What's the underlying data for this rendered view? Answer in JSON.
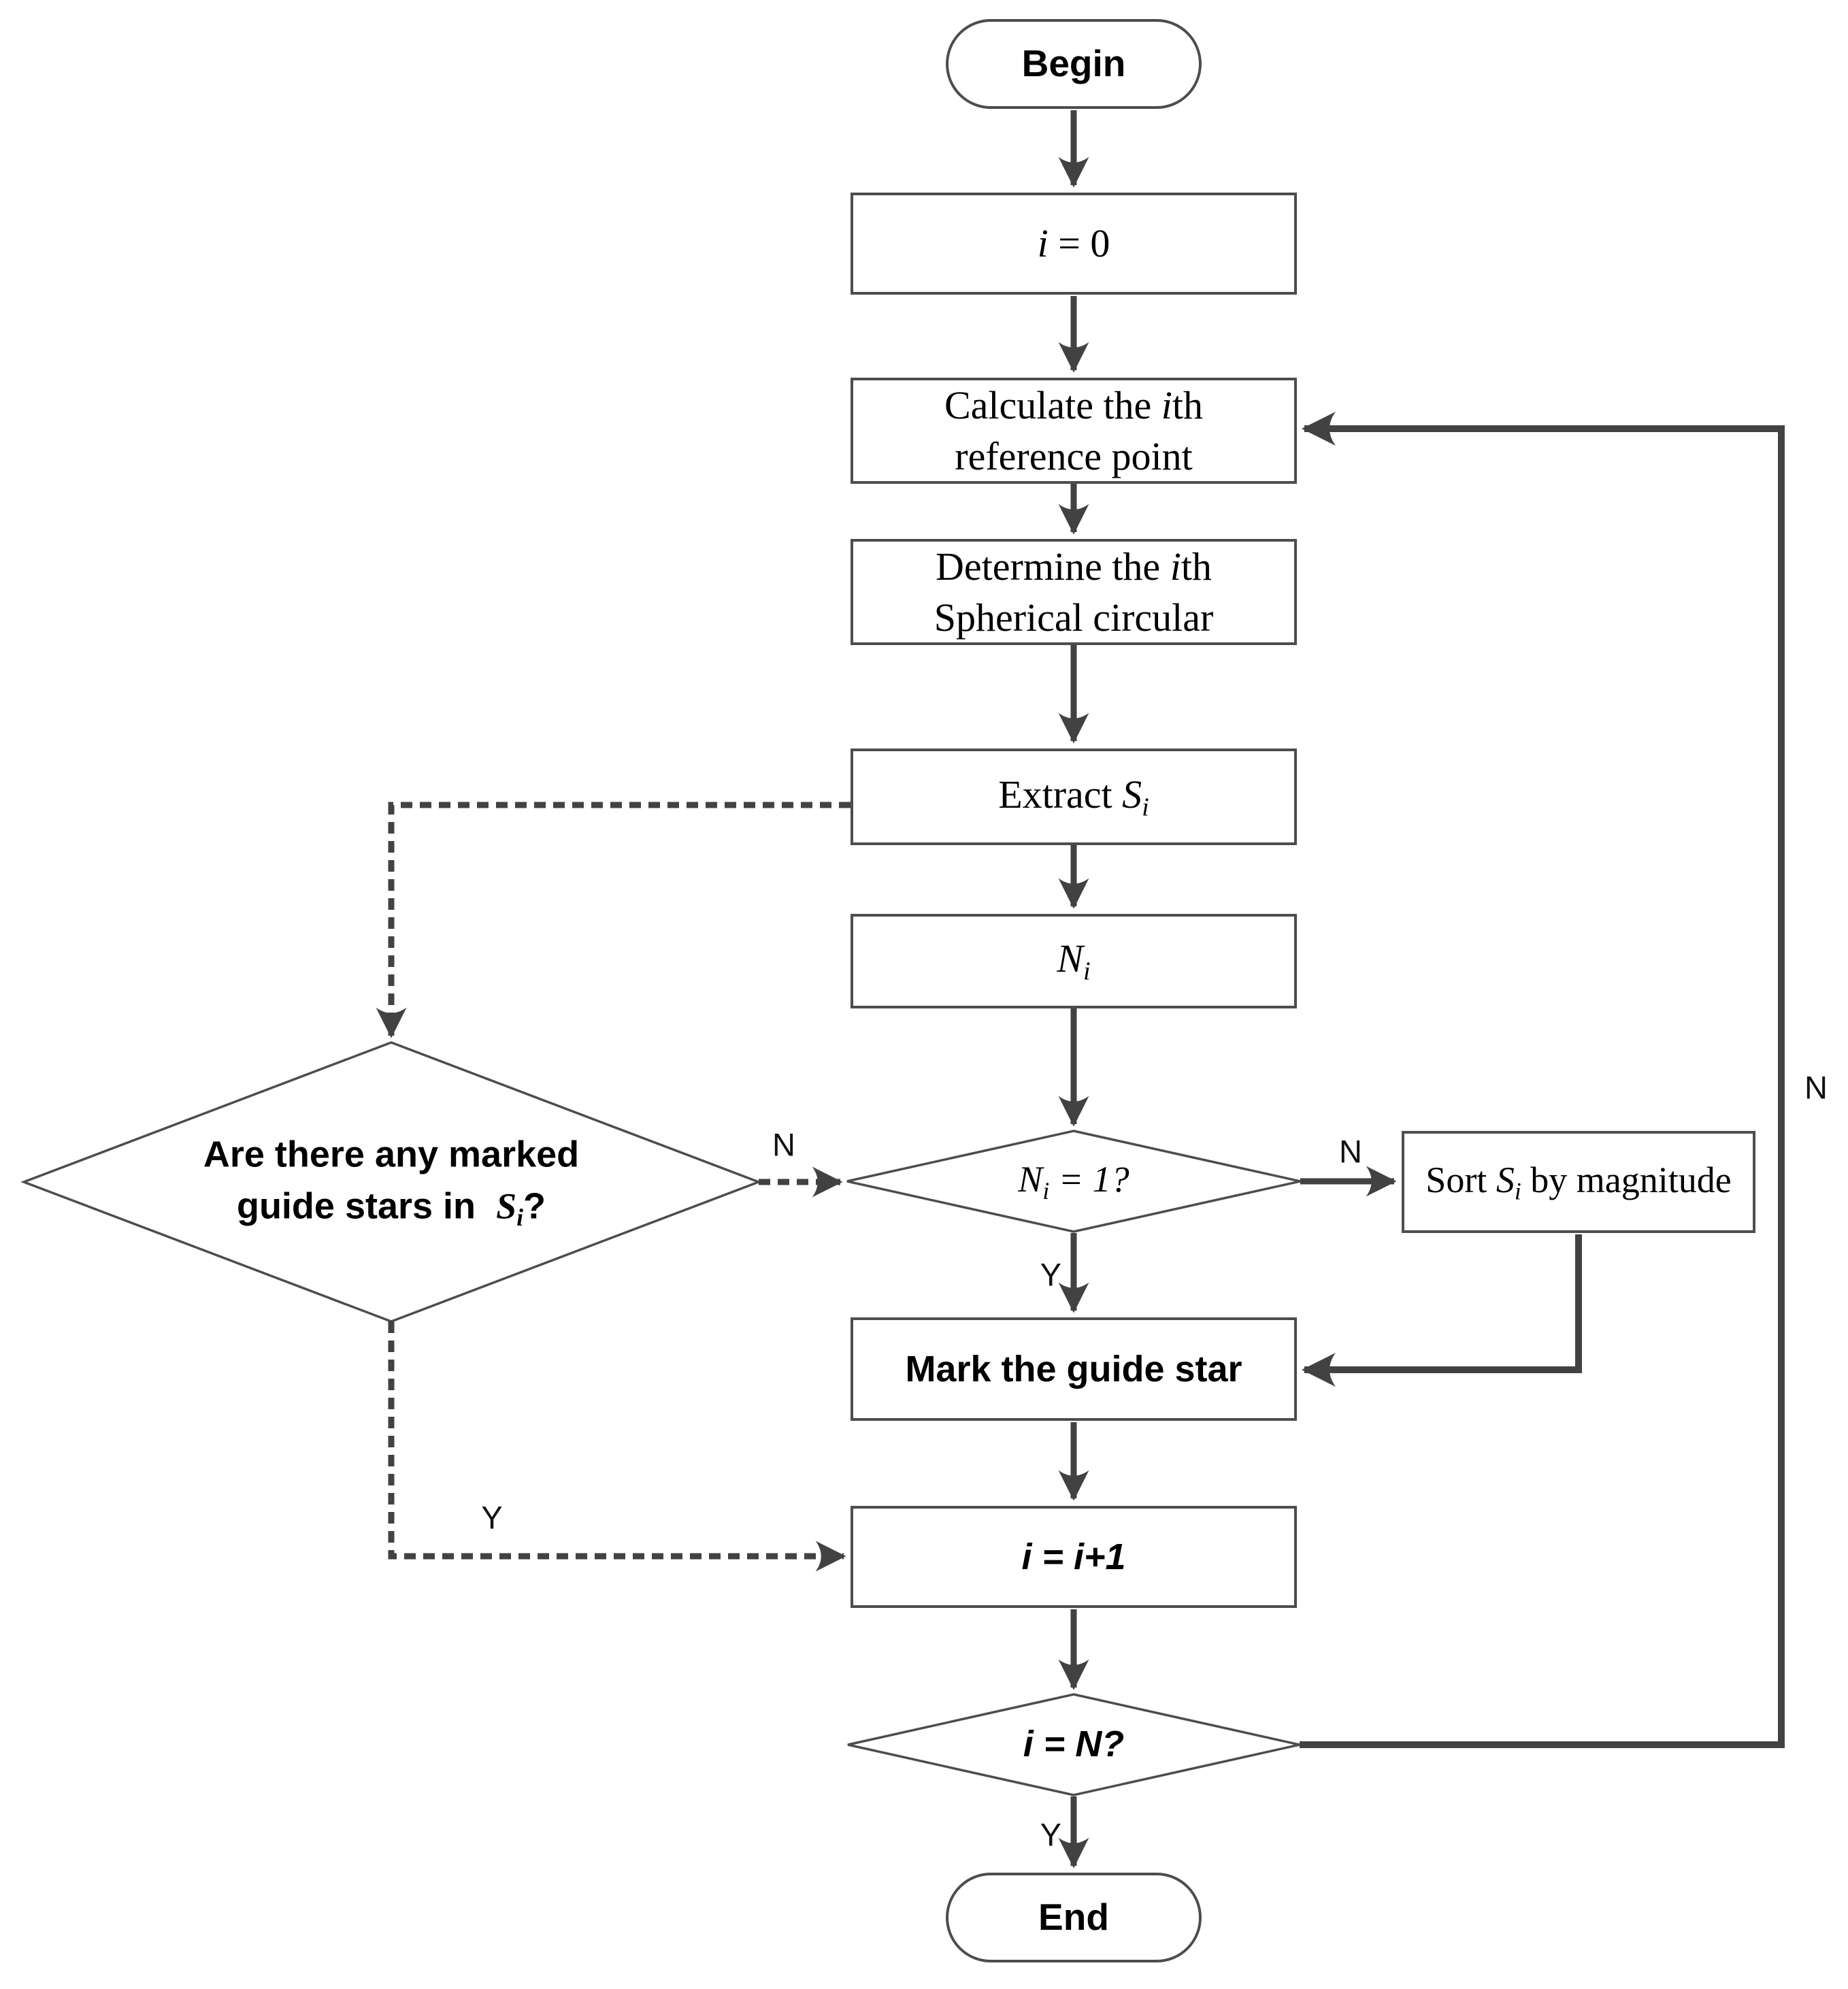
{
  "flowchart": {
    "background": "#ffffff",
    "box_border_color": "#4d4d4d",
    "arrow_color": "#424242",
    "text_color": "#000000",
    "nodes": {
      "begin": {
        "label": "Begin"
      },
      "init": {
        "var": "i",
        "rest": " = 0"
      },
      "calculate": {
        "l1_pre": "Calculate the ",
        "l1_var": "i",
        "l1_post": "th",
        "l2": "reference point"
      },
      "determine": {
        "l1_pre": "Determine the ",
        "l1_var": "i",
        "l1_post": "th",
        "l2": "Spherical circular"
      },
      "extract": {
        "pre": "Extract ",
        "var": "S",
        "sub": "i"
      },
      "count": {
        "var": "N",
        "sub": "i"
      },
      "decision_count": {
        "var": "N",
        "sub": "i",
        "rest": " = 1?"
      },
      "decision_marked": {
        "line1": "Are there any marked",
        "line2_pre": "guide stars in ",
        "var": "S",
        "sub": "i",
        "line2_post": "?"
      },
      "sort": {
        "pre": "Sort ",
        "var": "S",
        "sub": "i",
        "post": " by magnitude"
      },
      "mark": {
        "label": "Mark the guide star"
      },
      "increment": {
        "label": "i = i+1"
      },
      "decision_loop": {
        "label": "i = N?"
      },
      "end": {
        "label": "End"
      }
    },
    "edge_labels": {
      "marked_no": "N",
      "marked_yes": "Y",
      "count_no": "N",
      "count_yes": "Y",
      "loop_yes": "Y",
      "loop_no": "N"
    }
  }
}
